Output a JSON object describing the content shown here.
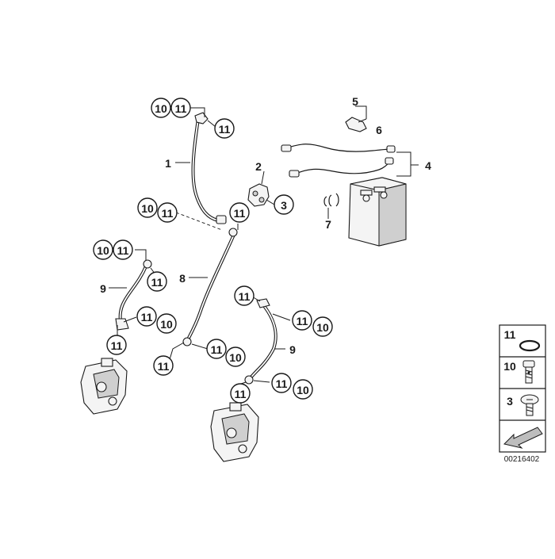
{
  "callouts": {
    "c_10_11_top": [
      "10",
      "11"
    ],
    "c_11_top_right": "11",
    "c_1": "1",
    "c_2": "2",
    "c_3": "3",
    "c_10_11_mid": [
      "10",
      "11"
    ],
    "c_11_mid": "11",
    "c_10_11_left": [
      "10",
      "11"
    ],
    "c_11_left": "11",
    "c_8": "8",
    "c_9_left": "9",
    "c_11_10_left": [
      "11",
      "10"
    ],
    "c_11_left_caliper": "11",
    "c_11_bottom_mid": "11",
    "c_11_10_bottom_mid": [
      "11",
      "10"
    ],
    "c_11_right_top": "11",
    "c_11_10_right": [
      "11",
      "10"
    ],
    "c_9_right": "9",
    "c_11_right_caliper": "11",
    "c_11_10_right_caliper": [
      "11",
      "10"
    ],
    "c_5": "5",
    "c_6": "6",
    "c_4": "4",
    "c_7": "7"
  },
  "legend": {
    "items": [
      {
        "number": "11",
        "part": "seal-ring-icon"
      },
      {
        "number": "10",
        "part": "banjo-bolt-icon"
      },
      {
        "number": "3",
        "part": "screw-icon"
      }
    ],
    "arrow": "arrow-icon"
  },
  "diagram_id": "00216402",
  "colors": {
    "line": "#1a1a1a",
    "fill": "#ffffff",
    "grey": "#bdbdbd"
  }
}
